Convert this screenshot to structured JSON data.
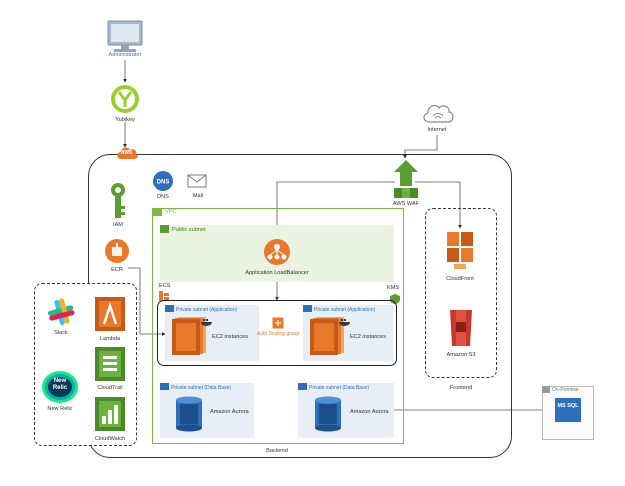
{
  "admin": {
    "label": "Administrator"
  },
  "yubikey": {
    "label": "Yubikey"
  },
  "aws": {
    "badge": "AWS"
  },
  "internet": {
    "label": "Internet"
  },
  "waf": {
    "label": "AWS WAF"
  },
  "dns": {
    "label": "DNS"
  },
  "mail": {
    "label": "Mail"
  },
  "iam": {
    "label": "IAM"
  },
  "ecr": {
    "label": "ECR"
  },
  "ecs": {
    "label": "ECS"
  },
  "kms": {
    "label": "KMS"
  },
  "vpc": {
    "label": "VPC"
  },
  "public_subnet": {
    "label": "Public subnet"
  },
  "alb": {
    "label": "Application LoadBalancer"
  },
  "app_subnet_left": {
    "label": "Private subnet (Application)",
    "instances": "EC2 instances"
  },
  "app_subnet_right": {
    "label": "Private subnet (Application)",
    "instances": "EC2 instances"
  },
  "autoscaling": {
    "label": "Auto Scaling group"
  },
  "db_subnet_left": {
    "label": "Private subnet (Data Base)",
    "db": "Amazon Aurora"
  },
  "db_subnet_right": {
    "label": "Private subnet (Data Base)",
    "db": "Amazon Aurora"
  },
  "backend": {
    "label": "Backend"
  },
  "frontend": {
    "label": "Frontend",
    "cloudfront": "CloudFront",
    "s3": "Amazon S3"
  },
  "lambda": {
    "label": "Lambda"
  },
  "cloudtrail": {
    "label": "CloudTrail"
  },
  "cloudwatch": {
    "label": "CloudWatch"
  },
  "slack": {
    "label": "Slack"
  },
  "newrelic": {
    "label": "New Relic",
    "logo_line1": "New",
    "logo_line2": "Relic"
  },
  "onprem": {
    "label": "On-Premise",
    "mssql": "MS SQL"
  },
  "colors": {
    "orange": "#e8782a",
    "green": "#5a9e32",
    "blue": "#2e6fba",
    "red": "#c7392d",
    "vpc_green": "#7ab648",
    "subnet_blue": "#e7eef6"
  }
}
